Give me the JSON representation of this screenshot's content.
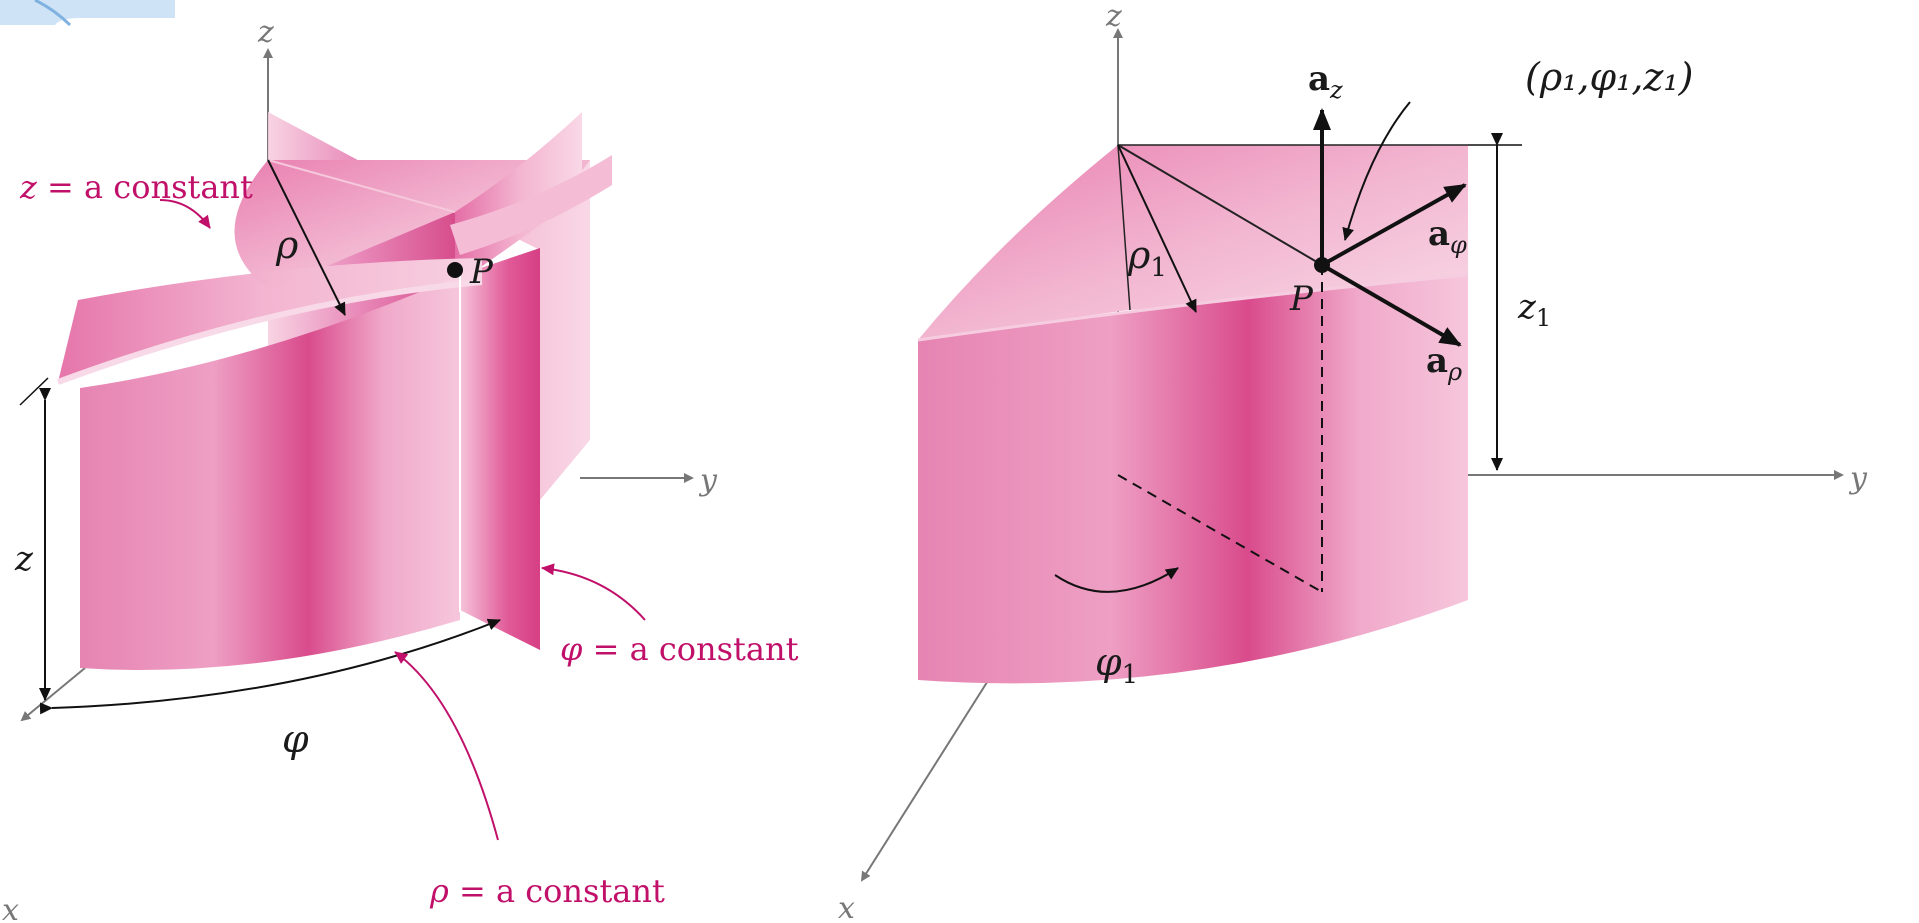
{
  "left_panel": {
    "axes": {
      "z": "z",
      "y": "y",
      "x": "x"
    },
    "point": "P",
    "rho_arrow_label": "ρ",
    "z_dimension_label": "z",
    "phi_arc_label": "φ",
    "callouts": {
      "z_constant": {
        "var": "z",
        "text": " = a constant"
      },
      "phi_constant": {
        "var": "φ",
        "text": " = a constant"
      },
      "rho_constant": {
        "var": "ρ",
        "text": " = a constant"
      }
    }
  },
  "right_panel": {
    "axes": {
      "z": "z",
      "y": "y",
      "x": "x"
    },
    "point": "P",
    "point_coords": "(ρ₁,φ₁,z₁)",
    "rho1_label": {
      "main": "ρ",
      "sub": "1"
    },
    "phi1_label": {
      "main": "φ",
      "sub": "1"
    },
    "z1_label": {
      "main": "z",
      "sub": "1"
    },
    "unit_vectors": {
      "a_z": {
        "main": "a",
        "sub": "z"
      },
      "a_phi": {
        "main": "a",
        "sub": "φ"
      },
      "a_rho": {
        "main": "a",
        "sub": "ρ"
      }
    }
  },
  "colors": {
    "surface_base": "#e36fa5",
    "surface_dark": "#d93f86",
    "surface_light": "#f4b8d2",
    "callout": "#c0106a",
    "axis": "#777777"
  }
}
